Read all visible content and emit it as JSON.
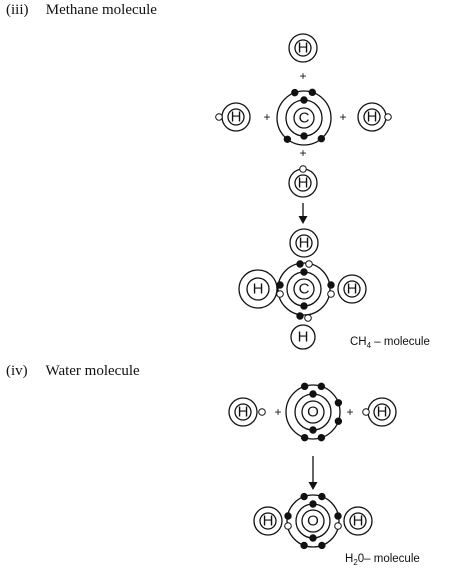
{
  "sections": {
    "methane": {
      "number": "(iii)",
      "title": "Methane molecule"
    },
    "water": {
      "number": "(iv)",
      "title": "Water molecule"
    }
  },
  "atoms": {
    "hydrogen": "H",
    "carbon": "C",
    "oxygen": "O"
  },
  "symbols": {
    "plus": "+"
  },
  "captions": {
    "methane": {
      "formula": "CH",
      "subscript": "4",
      "suffix": " – molecule"
    },
    "water": {
      "formula": "H",
      "subscript": "2",
      "suffix": "0– molecule"
    }
  },
  "colors": {
    "ink": "#111111",
    "background": "#ffffff"
  }
}
